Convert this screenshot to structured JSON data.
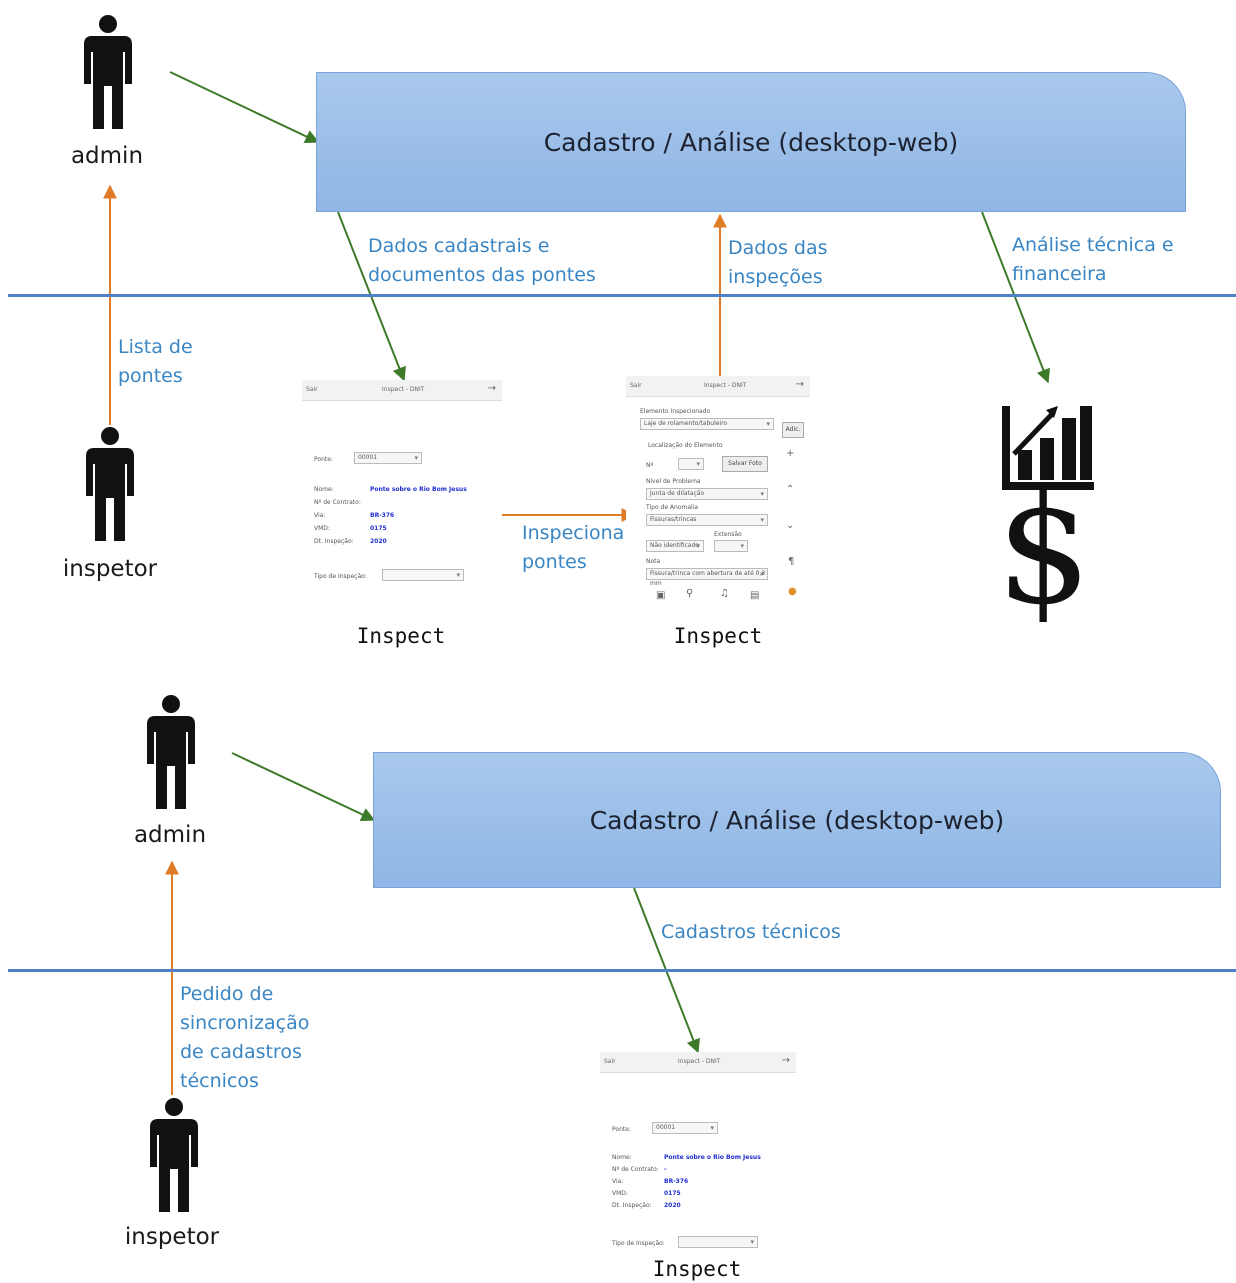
{
  "top": {
    "system_box": "Cadastro / Análise (desktop-web)",
    "admin_label": "admin",
    "inspector_label": "inspetor",
    "flow_down_label": "Dados cadastrais e documentos das pontes",
    "flow_up_label": "Dados das inspeções",
    "flow_right_label": "Análise técnica e financeira",
    "list_label": "Lista de pontes",
    "inspect_flow_label": "Inspeciona pontes",
    "app_caption_left": "Inspect",
    "app_caption_right": "Inspect"
  },
  "bottom": {
    "system_box": "Cadastro / Análise (desktop-web)",
    "admin_label": "admin",
    "inspector_label": "inspetor",
    "flow_down_label": "Cadastros técnicos",
    "sync_label": "Pedido de sincronização de cadastros técnicos",
    "app_caption": "Inspect"
  },
  "screens": {
    "left": {
      "header_title": "Inspect - DNIT",
      "back": "Sair",
      "field_label": "Ponte:",
      "field_value": "00001",
      "rows": [
        {
          "k": "Nome:",
          "v": "Ponte sobre o Rio Bom Jesus"
        },
        {
          "k": "Nº de Contrato:",
          "v": ""
        },
        {
          "k": "Via:",
          "v": "BR-376"
        },
        {
          "k": "VMD:",
          "v": "0175"
        },
        {
          "k": "Dt. Inspeção:",
          "v": "2020"
        }
      ],
      "type_label": "Tipo de Inspeção:"
    },
    "middle": {
      "header_title": "Inspect - DNIT",
      "back": "Sair",
      "sections": [
        "Elemento Inspecionado",
        "Localização do Elemento",
        "Nº",
        "Nível de Problema",
        "Tipo de Anomalia",
        "Extensão",
        "Nota"
      ],
      "button_add": "Adic.",
      "button_save": "Salvar Foto",
      "field1": "Laje de rolamento/tabuleiro",
      "field2": "Junta de dilatação",
      "field3": "Fissuras/trincas",
      "field4": "Não identificado",
      "field5": "Fissura/trinca com abertura de até 0,3 mm"
    },
    "bottom": {
      "header_title": "Inspect - DNIT",
      "back": "Sair",
      "field_label": "Ponte:",
      "field_value": "00001",
      "rows": [
        {
          "k": "Nome:",
          "v": "Ponte sobre o Rio Bom Jesus"
        },
        {
          "k": "Nº de Contrato:",
          "v": "-"
        },
        {
          "k": "Via:",
          "v": "BR-376"
        },
        {
          "k": "VMD:",
          "v": "0175"
        },
        {
          "k": "Dt. Inspeção:",
          "v": "2020"
        }
      ],
      "type_label": "Tipo de Inspeção:"
    }
  },
  "colors": {
    "box_fill": "#9dc0ea",
    "separator": "#4f81c9",
    "arrow_green": "#3d7a2a",
    "arrow_orange": "#e07b28",
    "label_blue": "#3a86c4"
  }
}
